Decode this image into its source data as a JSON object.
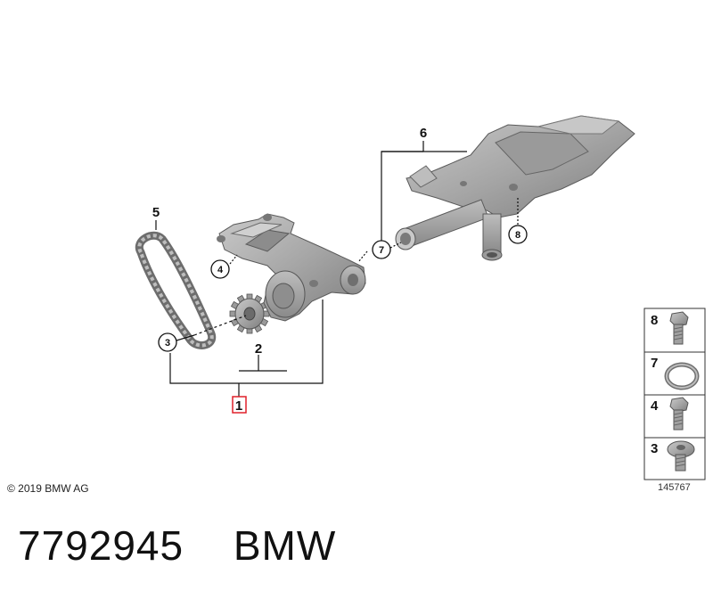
{
  "callouts": {
    "c1": "1",
    "c2": "2",
    "c3": "3",
    "c4": "4",
    "c5": "5",
    "c6": "6",
    "c7": "7",
    "c8": "8"
  },
  "legend": [
    {
      "number": "8",
      "icon": "bolt-icon"
    },
    {
      "number": "7",
      "icon": "o-ring-icon"
    },
    {
      "number": "4",
      "icon": "bolt-icon"
    },
    {
      "number": "3",
      "icon": "torx-screw-icon"
    }
  ],
  "copyright": "© 2019 BMW AG",
  "diagram_number": "145767",
  "footer": {
    "part_number": "7792945",
    "brand": "BMW"
  },
  "colors": {
    "highlight": "#e0202a",
    "part_fill": "#a8a8a8",
    "part_dark": "#7a7a7a"
  }
}
